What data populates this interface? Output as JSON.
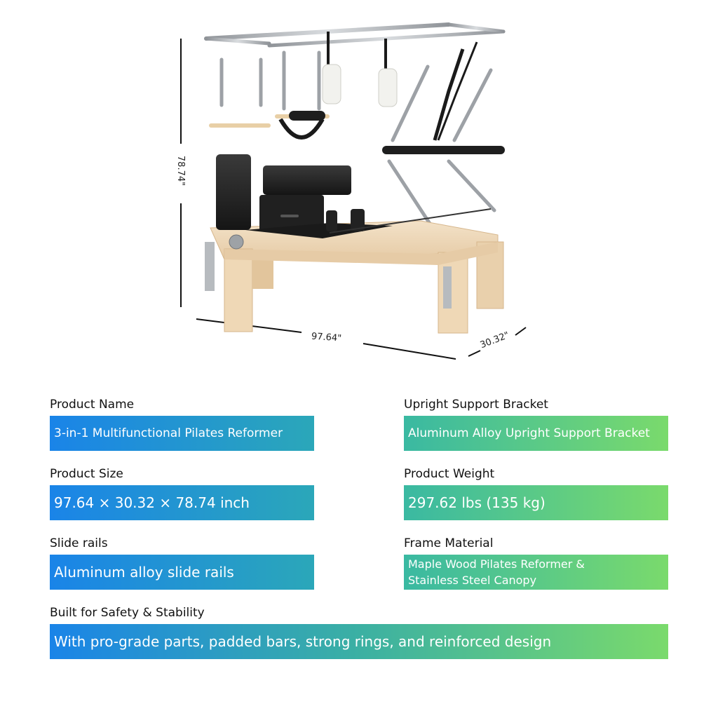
{
  "dimensions": {
    "height": "78.74\"",
    "length": "97.64\"",
    "depth": "30.32\""
  },
  "specs": {
    "product_name": {
      "label": "Product Name",
      "value": "3-in-1 Multifunctional Pilates Reformer"
    },
    "upright_bracket": {
      "label": "Upright Support Bracket",
      "value": "Aluminum Alloy Upright Support Bracket"
    },
    "product_size": {
      "label": "Product Size",
      "value": "97.64 × 30.32 × 78.74 inch"
    },
    "product_weight": {
      "label": "Product Weight",
      "value": "297.62 lbs (135 kg)"
    },
    "slide_rails": {
      "label": "Slide rails",
      "value": "Aluminum alloy slide rails"
    },
    "frame_material": {
      "label": "Frame Material",
      "value": "Maple Wood Pilates Reformer & Stainless Steel Canopy"
    },
    "safety": {
      "label": "Built for Safety & Stability",
      "value": "With pro-grade parts, padded bars, strong rings, and reinforced design"
    }
  },
  "colors": {
    "blue": "#1a84e8",
    "teal": "#2ba7b9",
    "green": "#7ada6c",
    "maple": "#f0dcc0",
    "steel": "#a9adb2",
    "upholstery": "#1e1e1e"
  }
}
